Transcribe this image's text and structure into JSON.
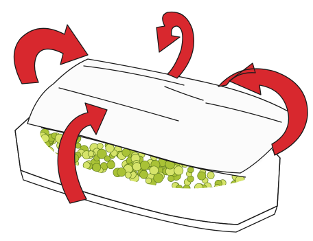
{
  "colors": {
    "arrow_fill": "#d8282e",
    "arrow_shade": "#a8161c",
    "arrow_outline": "#1a1a1a",
    "tray_fill": "#ffffff",
    "tray_outline": "#1a1a1a",
    "cloth_fill": "#fbfbfb",
    "sprout_fill": "#a9c236",
    "sprout_light": "#d6e46a",
    "sprout_dark": "#5e7a1e"
  },
  "icons": {
    "tray": "sprouting-tray-icon",
    "cloth": "cloth-cover-icon",
    "sprouts": "sprouts-icon",
    "arrows": "fold-arrow-icon"
  },
  "fold_arrows": [
    {
      "id": "left",
      "direction": "down-right"
    },
    {
      "id": "top",
      "direction": "down"
    },
    {
      "id": "right",
      "direction": "down-right"
    },
    {
      "id": "front",
      "direction": "up"
    }
  ]
}
